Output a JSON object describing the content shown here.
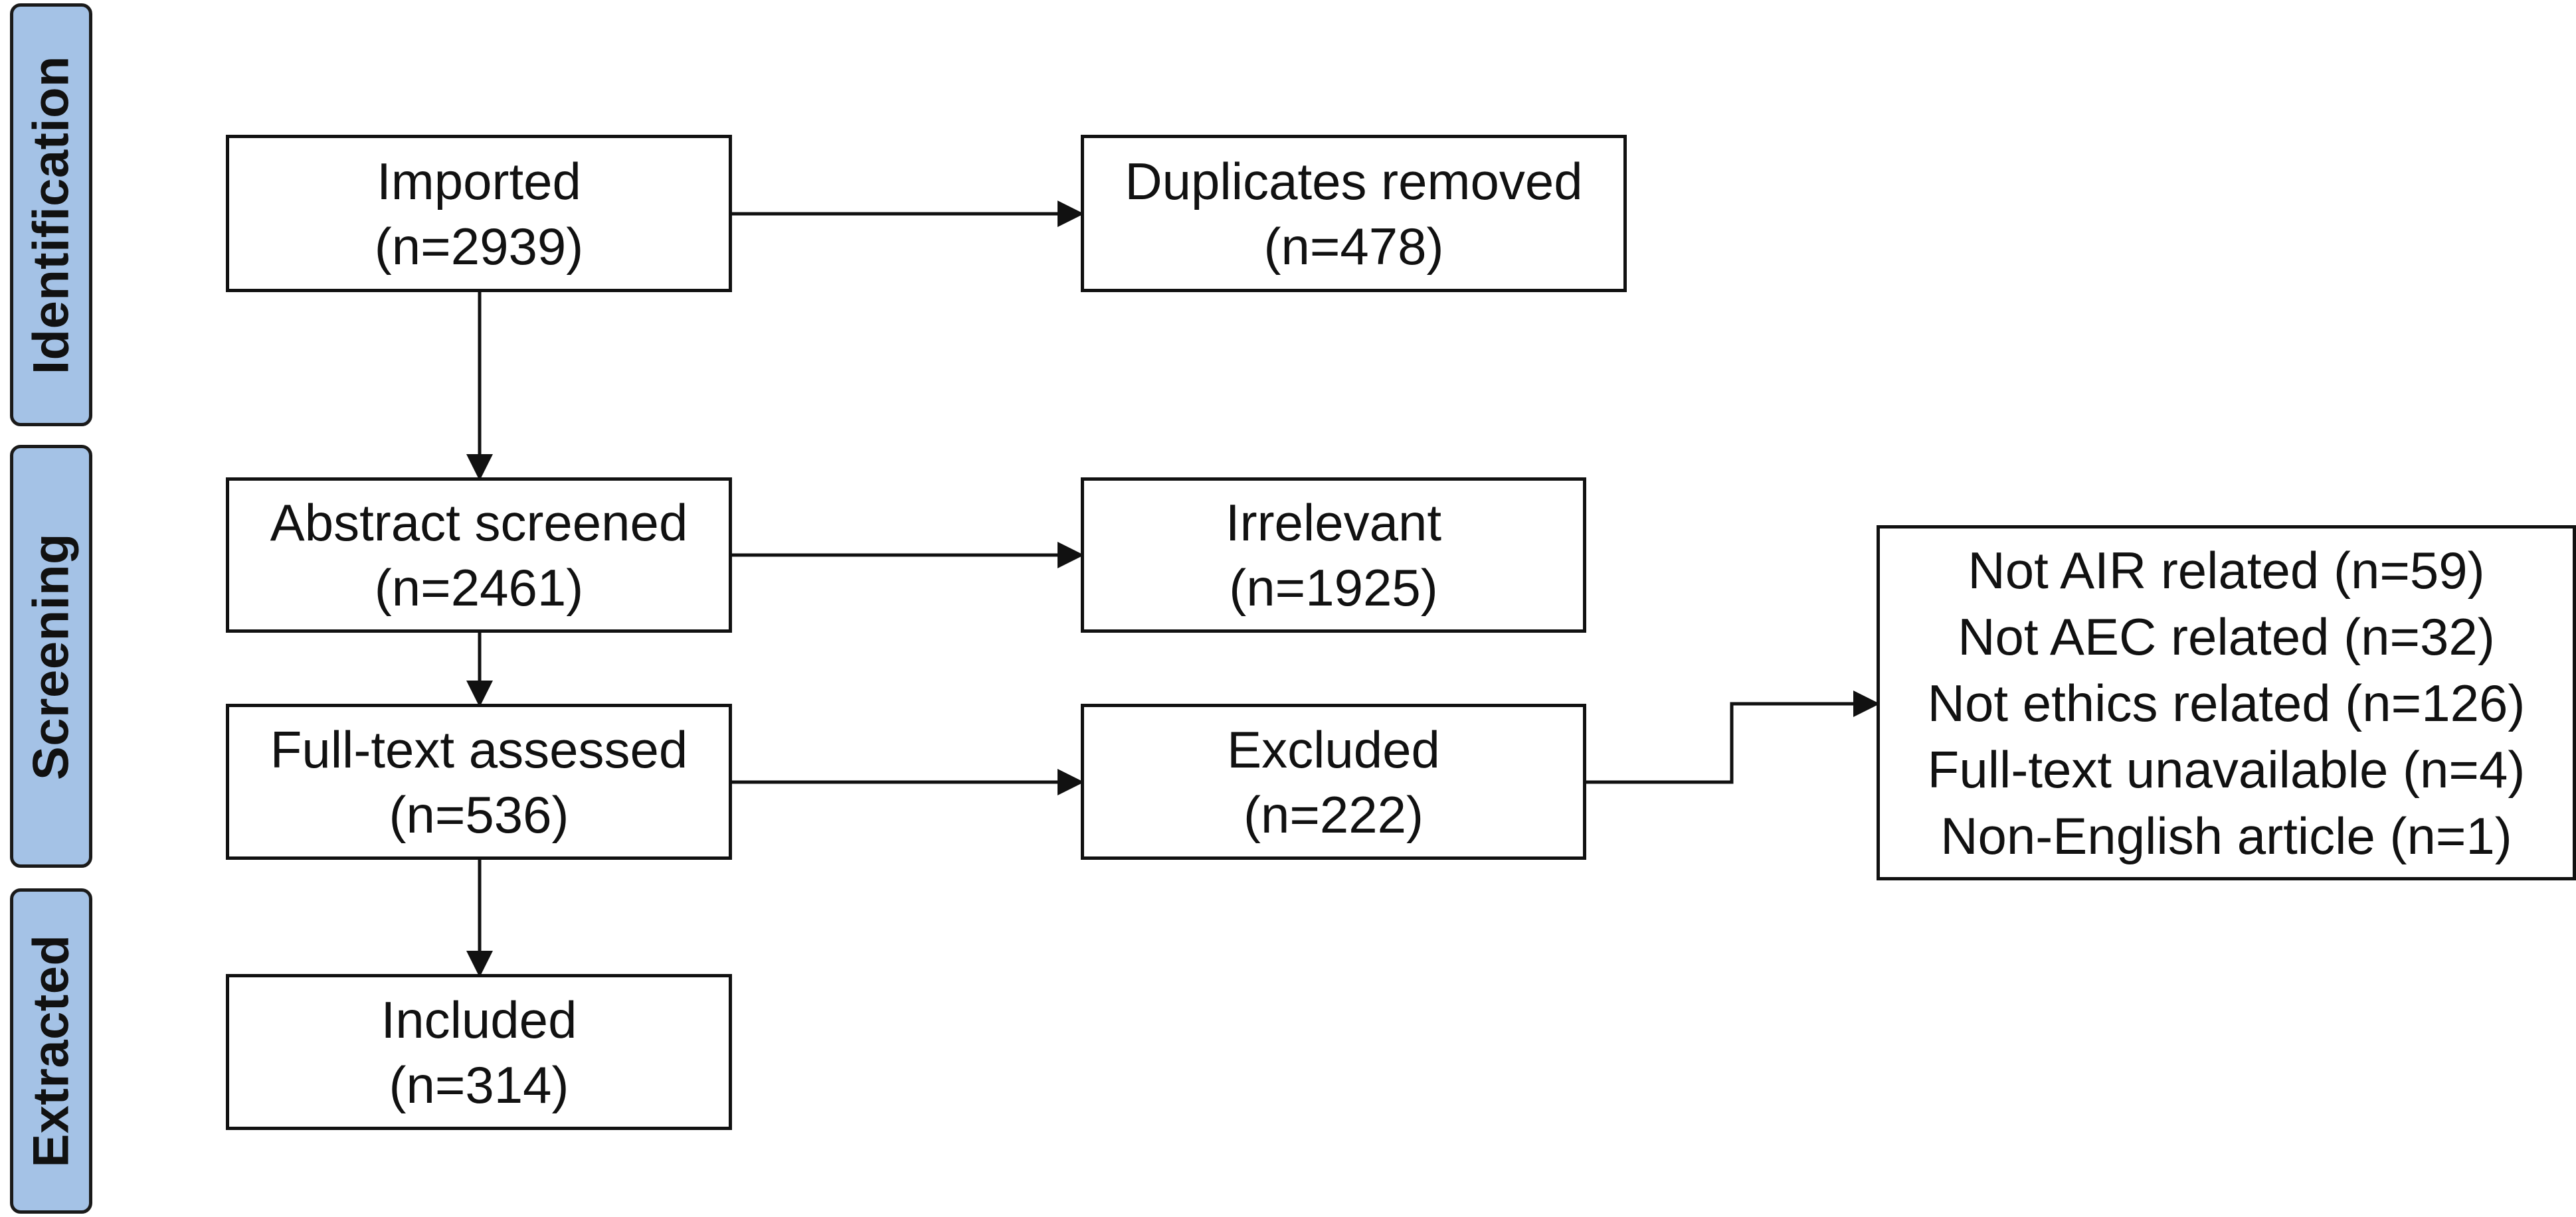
{
  "stages": {
    "identification": "Identification",
    "screening": "Screening",
    "extracted": "Extracted"
  },
  "boxes": {
    "imported": {
      "title": "Imported",
      "count": "(n=2939)"
    },
    "duplicates": {
      "title": "Duplicates removed",
      "count": "(n=478)"
    },
    "abstract": {
      "title": "Abstract screened",
      "count": "(n=2461)"
    },
    "irrelevant": {
      "title": "Irrelevant",
      "count": "(n=1925)"
    },
    "fulltext": {
      "title": "Full-text assessed",
      "count": "(n=536)"
    },
    "excluded": {
      "title": "Excluded",
      "count": "(n=222)"
    },
    "included": {
      "title": "Included",
      "count": "(n=314)"
    }
  },
  "exclusion_reasons": [
    "Not AIR related (n=59)",
    "Not AEC related (n=32)",
    "Not ethics related (n=126)",
    "Full-text unavailable (n=4)",
    "Non-English article (n=1)"
  ]
}
